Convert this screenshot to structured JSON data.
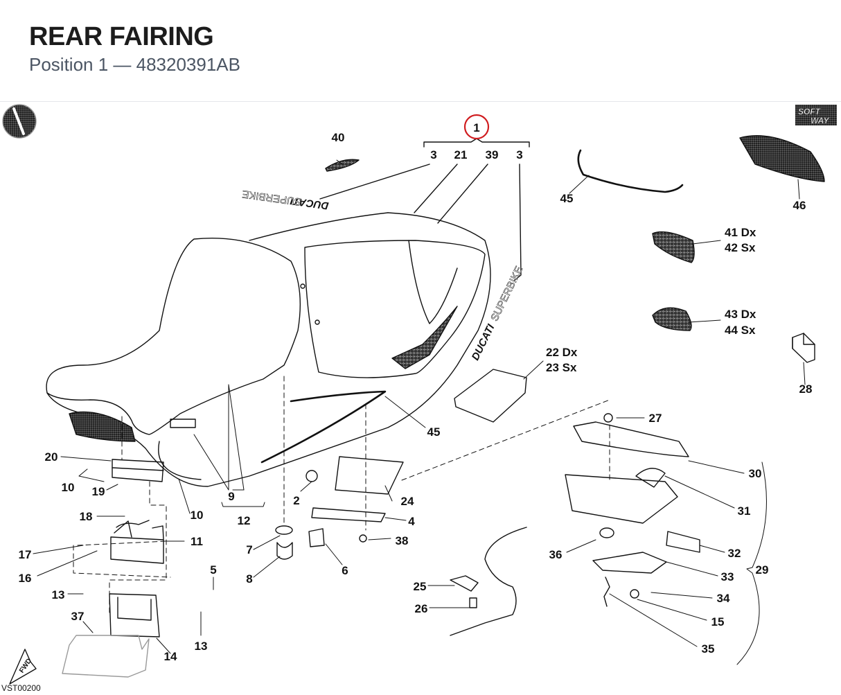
{
  "header": {
    "title": "REAR FAIRING",
    "subtitle": "Position 1 — 48320391AB"
  },
  "diagram": {
    "drawing_code": "VST00200",
    "brand_logo_text": [
      "SOFT",
      "WAY"
    ],
    "fwd_badge": "FWD",
    "decal_text": {
      "ducati": "DUCATI",
      "superbike": "SUPERBIKE"
    },
    "assembly_marker": "1",
    "assembly_callouts": [
      "3",
      "21",
      "39",
      "3"
    ],
    "callouts": [
      "40",
      "45",
      "46",
      "41 Dx",
      "42 Sx",
      "43 Dx",
      "44 Sx",
      "28",
      "22 Dx",
      "23 Sx",
      "45",
      "27",
      "30",
      "31",
      "20",
      "10",
      "19",
      "10",
      "9",
      "12",
      "2",
      "24",
      "4",
      "38",
      "18",
      "11",
      "17",
      "16",
      "7",
      "8",
      "6",
      "5",
      "13",
      "37",
      "13",
      "14",
      "25",
      "26",
      "36",
      "32",
      "33",
      "29",
      "34",
      "15",
      "35"
    ]
  },
  "colors": {
    "accent": "#d01c1f",
    "line": "#111111",
    "title": "#1c1c1c",
    "subtitle": "#4b5563"
  }
}
